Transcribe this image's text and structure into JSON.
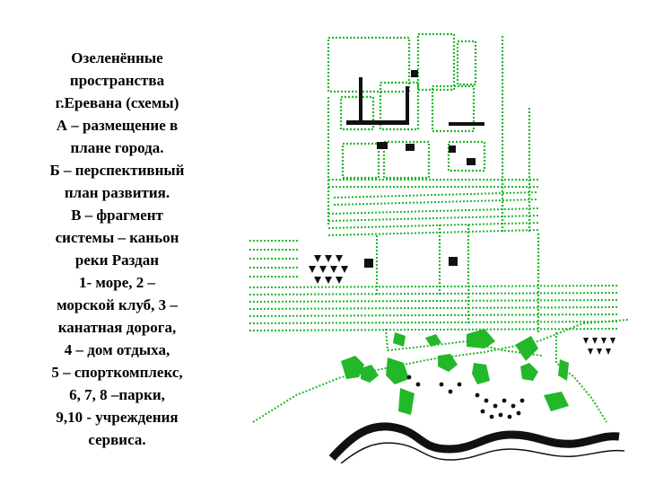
{
  "caption": {
    "lines": [
      "Озеленённые",
      "пространства",
      "г.Еревана (схемы)",
      "А – размещение в",
      "плане города.",
      "Б – перспективный",
      "план развития.",
      "В – фрагмент",
      "системы – каньон",
      "реки Раздан",
      "1- море, 2 –",
      "морской клуб, 3 –",
      "канатная дорога,",
      "4 – дом отдыха,",
      "5 – спорткомплекс,",
      "6, 7, 8 –парки,",
      "9,10  - учреждения",
      "сервиса."
    ]
  },
  "map": {
    "colors": {
      "green": "#22b82a",
      "dark": "#111111",
      "background": "#ffffff"
    },
    "icons": [
      "tree-triangle-icon",
      "building-block-icon",
      "river-shape"
    ]
  }
}
